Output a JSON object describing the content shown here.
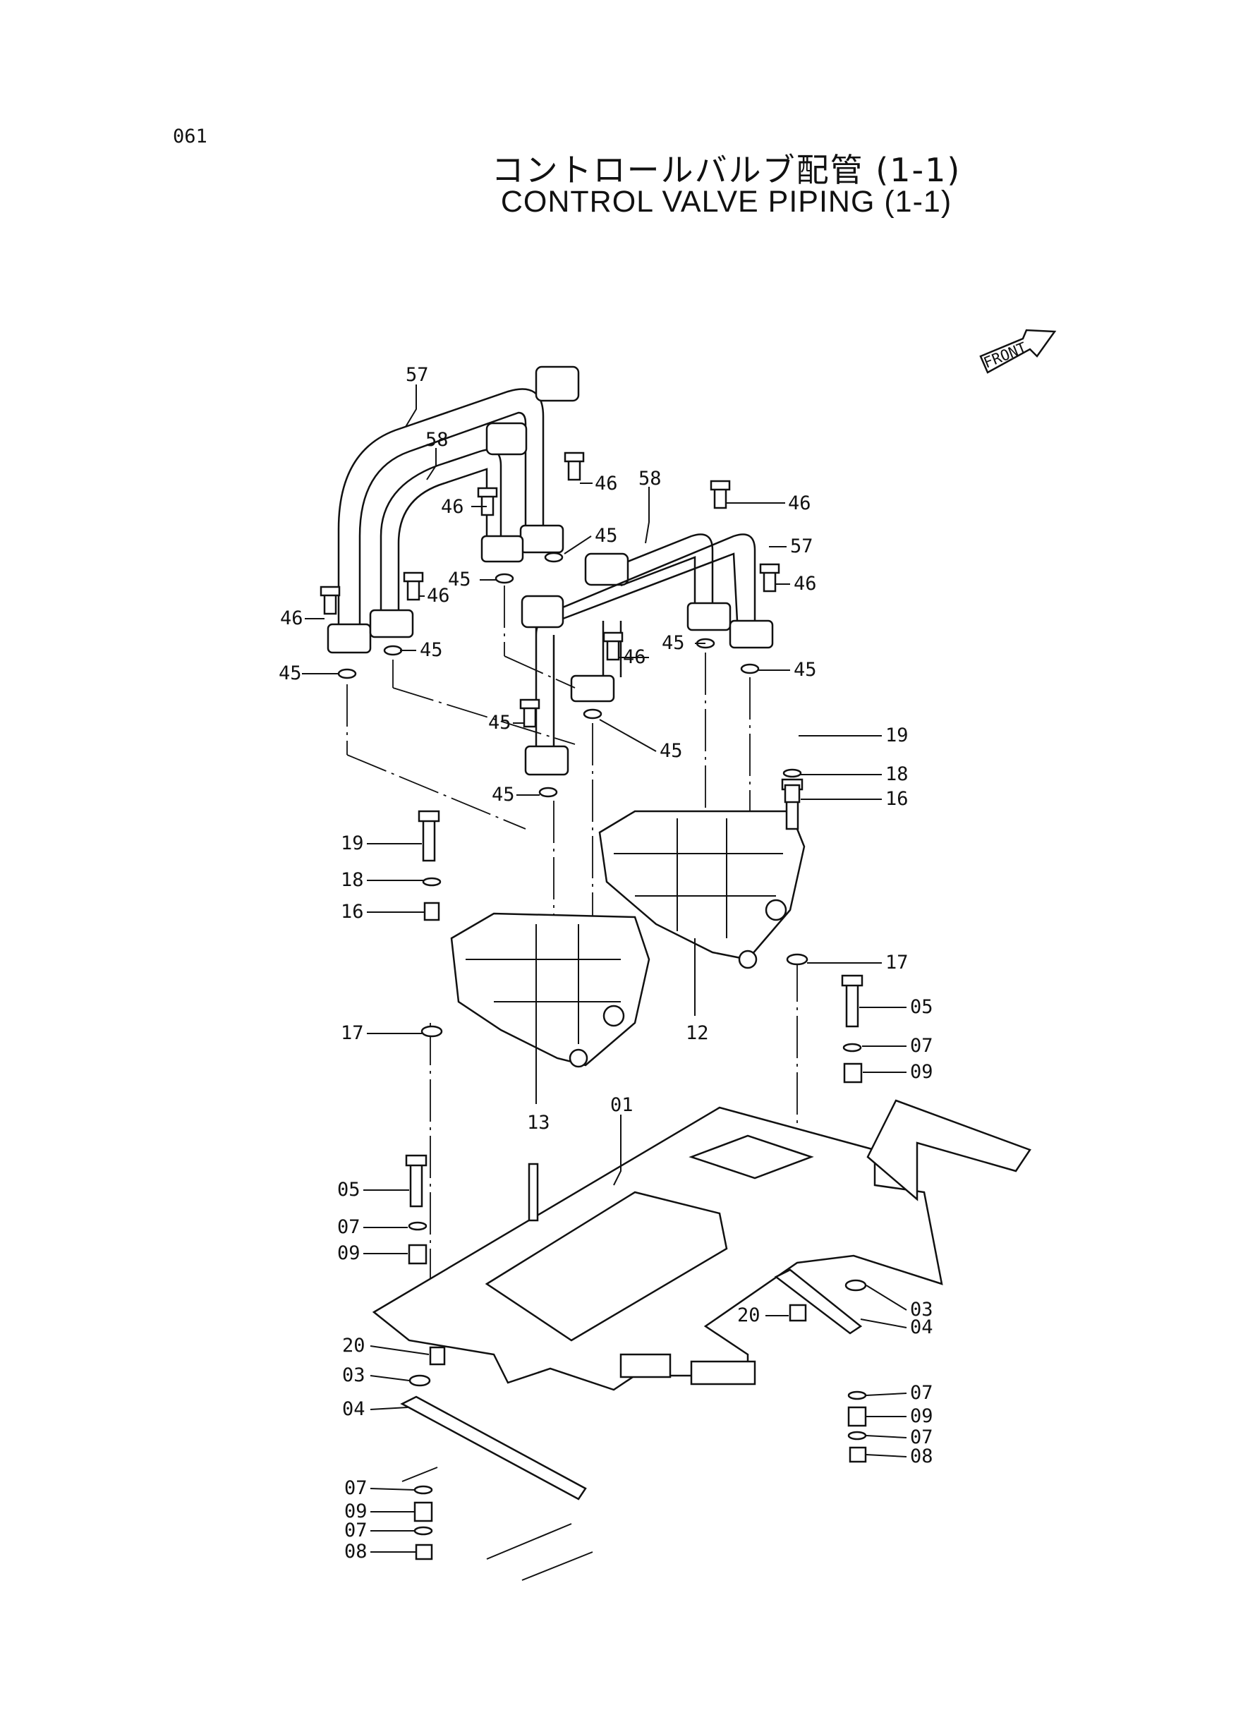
{
  "page_number": "061",
  "title_jp": "コントロールバルブ配管 (1-1)",
  "title_en": "CONTROL VALVE PIPING (1-1)",
  "front_label": "FRONT",
  "labels": {
    "p57a": "57",
    "p58a": "58",
    "p46a": "46",
    "p46b": "46",
    "p46c": "46",
    "p46d": "46",
    "p46e": "46",
    "p46f": "46",
    "p46g": "46",
    "p45a": "45",
    "p45b": "45",
    "p45c": "45",
    "p45d": "45",
    "p45e": "45",
    "p45f": "45",
    "p45g": "45",
    "p45h": "45",
    "p58b": "58",
    "p57b": "57",
    "p19a": "19",
    "p18a": "18",
    "p16a": "16",
    "p19b": "19",
    "p18b": "18",
    "p16b": "16",
    "p17a": "17",
    "p17b": "17",
    "p12": "12",
    "p13": "13",
    "p05a": "05",
    "p07a": "07",
    "p09a": "09",
    "p01": "01",
    "p05b": "05",
    "p07b": "07",
    "p09b": "09",
    "p20a": "20",
    "p03a": "03",
    "p04a": "04",
    "p07c": "07",
    "p09c": "09",
    "p07d": "07",
    "p08a": "08",
    "p20b": "20",
    "p03b": "03",
    "p04b": "04",
    "p07e": "07",
    "p09d": "09",
    "p07f": "07",
    "p08b": "08"
  }
}
